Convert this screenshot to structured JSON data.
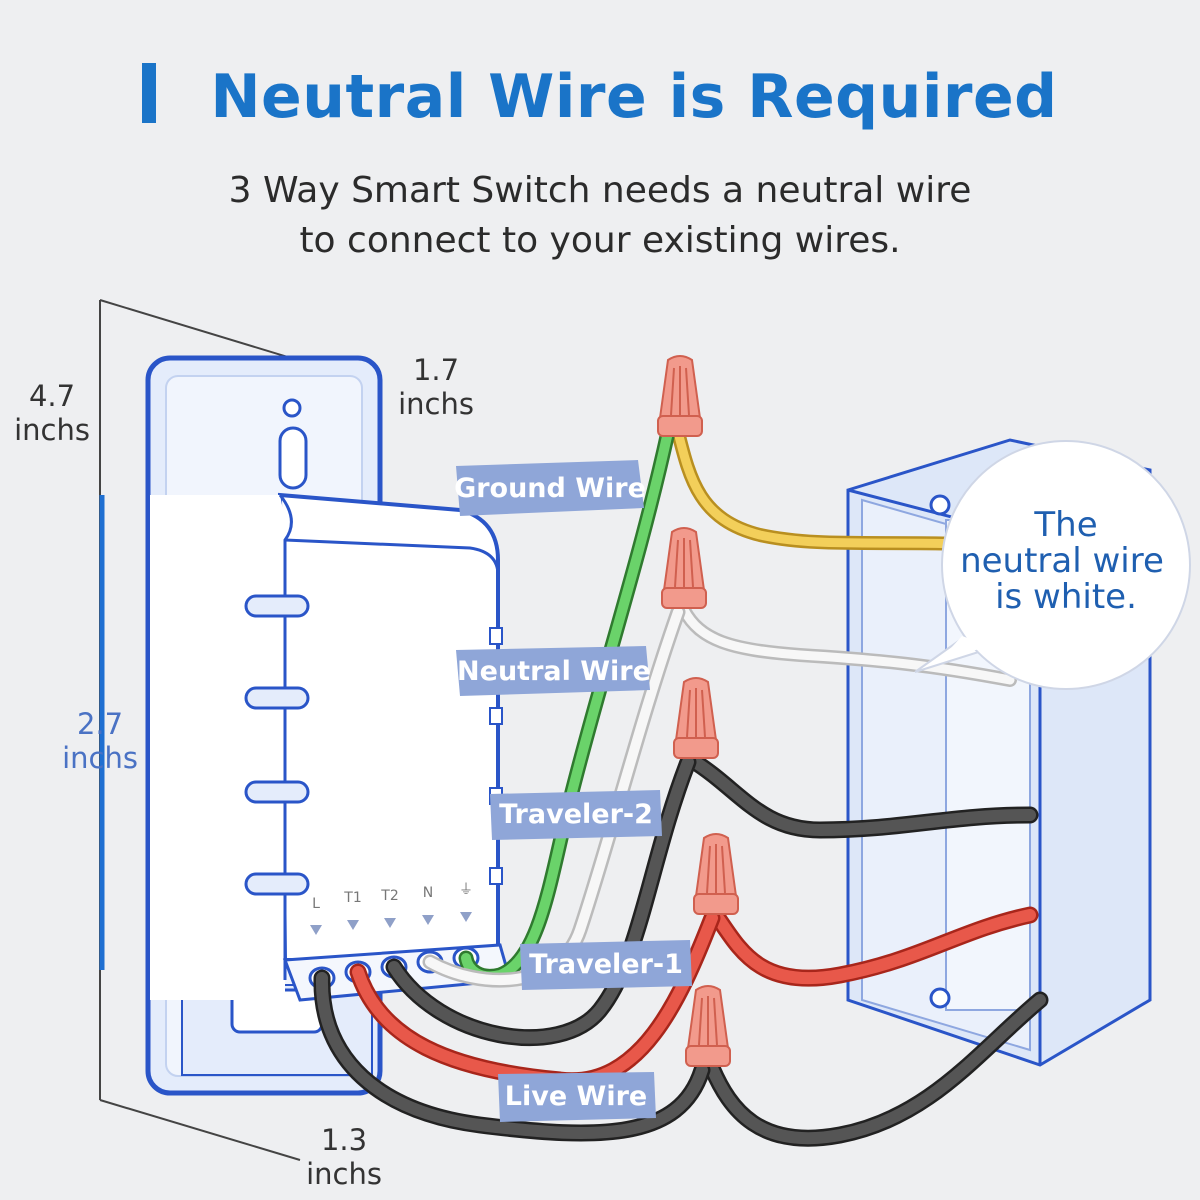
{
  "header": {
    "title": "Neutral Wire is Required",
    "subtitle_line1": "3 Way Smart Switch needs a neutral wire",
    "subtitle_line2": "to connect to your existing wires."
  },
  "dimensions": {
    "height_value": "4.7",
    "height_unit": "inchs",
    "depth_value": "1.7",
    "depth_unit": "inchs",
    "body_value": "2.7",
    "body_unit": "inchs",
    "width_value": "1.3",
    "width_unit": "inchs"
  },
  "wire_labels": {
    "ground": "Ground Wire",
    "neutral": "Neutral Wire",
    "traveler2": "Traveler-2",
    "traveler1": "Traveler-1",
    "live": "Live Wire"
  },
  "terminals": [
    "L",
    "T1",
    "T2",
    "N",
    "⏚"
  ],
  "callout": {
    "line1": "The",
    "line2": "neutral wire",
    "line3": "is white."
  },
  "colors": {
    "brand_blue": "#1a74c8",
    "outline_blue": "#2a55c8",
    "label_bg": "#8fa6d8",
    "ground_wire": "#6ad36a",
    "neutral_wire": "#f7f7f7",
    "traveler2_wire": "#555555",
    "traveler1_wire": "#e8584a",
    "live_wire": "#555555",
    "yellow_wire": "#f3cf5a",
    "wire_nut": "#f29a8c"
  }
}
